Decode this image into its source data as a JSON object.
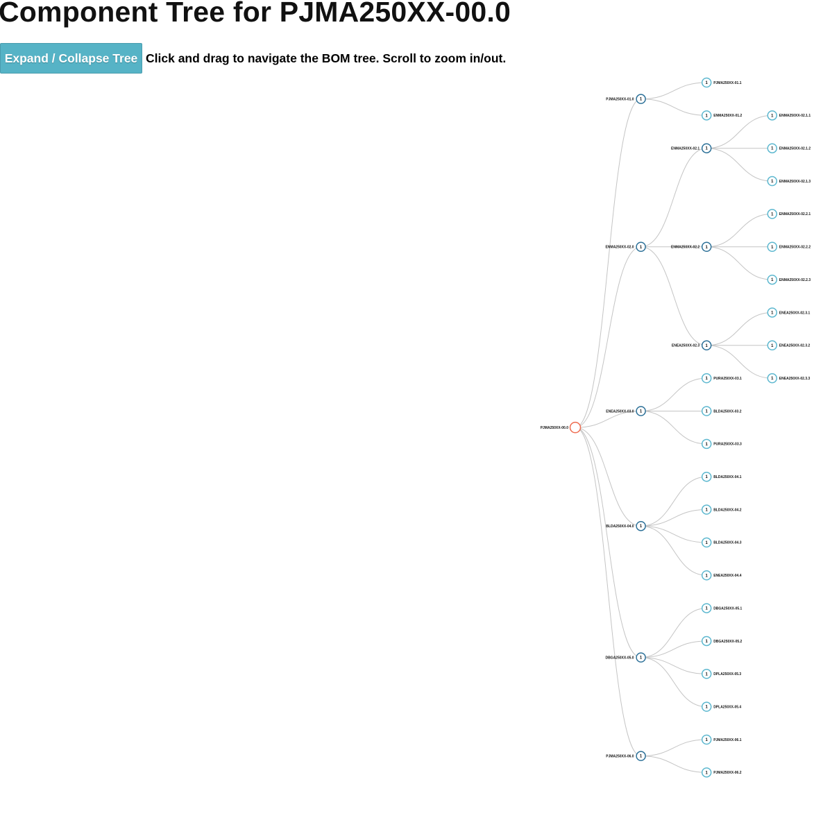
{
  "header": {
    "title": "Component Tree for PJMA250XX-00.0",
    "toggle_button": "Expand / Collapse Tree",
    "instructions": "Click and drag to navigate the BOM tree. Scroll to zoom in/out."
  },
  "colors": {
    "root": "#ee6a4e",
    "internal": "#2a6f97",
    "leaf": "#5bb7cf",
    "link": "#c4c4c4",
    "button": "#56b3c6"
  },
  "tree": {
    "name": "PJMA250XX-00.0",
    "qty": "",
    "children": [
      {
        "name": "PJMA250XX-01.0",
        "qty": "1",
        "children": [
          {
            "name": "PJMA250XX-01.1",
            "qty": "1"
          },
          {
            "name": "ENMA250XX-01.2",
            "qty": "1"
          }
        ]
      },
      {
        "name": "ENMA250XX-02.0",
        "qty": "1",
        "children": [
          {
            "name": "ENMA250XX-02.1",
            "qty": "1",
            "children": [
              {
                "name": "ENMA250XX-02.1.1",
                "qty": "1"
              },
              {
                "name": "ENMA250XX-02.1.2",
                "qty": "1"
              },
              {
                "name": "ENMA250XX-02.1.3",
                "qty": "1"
              }
            ]
          },
          {
            "name": "ENMA250XX-02.2",
            "qty": "1",
            "children": [
              {
                "name": "ENMA250XX-02.2.1",
                "qty": "1"
              },
              {
                "name": "ENMA250XX-02.2.2",
                "qty": "1"
              },
              {
                "name": "ENMA250XX-02.2.3",
                "qty": "1"
              }
            ]
          },
          {
            "name": "ENEA250XX-02.3",
            "qty": "1",
            "children": [
              {
                "name": "ENEA250XX-02.3.1",
                "qty": "1"
              },
              {
                "name": "ENEA250XX-02.3.2",
                "qty": "1"
              },
              {
                "name": "ENEA250XX-02.3.3",
                "qty": "1"
              }
            ]
          }
        ]
      },
      {
        "name": "ENEA250XX-03.0",
        "qty": "1",
        "children": [
          {
            "name": "PURA250XX-03.1",
            "qty": "1"
          },
          {
            "name": "BLDA250XX-03.2",
            "qty": "1"
          },
          {
            "name": "PURA250XX-03.3",
            "qty": "1"
          }
        ]
      },
      {
        "name": "BLDA250XX-04.0",
        "qty": "1",
        "children": [
          {
            "name": "BLDA250XX-04.1",
            "qty": "1"
          },
          {
            "name": "BLDA250XX-04.2",
            "qty": "1"
          },
          {
            "name": "BLDA250XX-04.3",
            "qty": "1"
          },
          {
            "name": "ENEA250XX-04.4",
            "qty": "1"
          }
        ]
      },
      {
        "name": "DBGA250XX-05.0",
        "qty": "1",
        "children": [
          {
            "name": "DBGA250XX-05.1",
            "qty": "1"
          },
          {
            "name": "DBGA250XX-05.2",
            "qty": "1"
          },
          {
            "name": "DPLA250XX-05.3",
            "qty": "1"
          },
          {
            "name": "DPLA250XX-05.4",
            "qty": "1"
          }
        ]
      },
      {
        "name": "PJMA250XX-06.0",
        "qty": "1",
        "children": [
          {
            "name": "PJMA250XX-06.1",
            "qty": "1"
          },
          {
            "name": "PJMA250XX-06.2",
            "qty": "1"
          }
        ]
      }
    ]
  }
}
